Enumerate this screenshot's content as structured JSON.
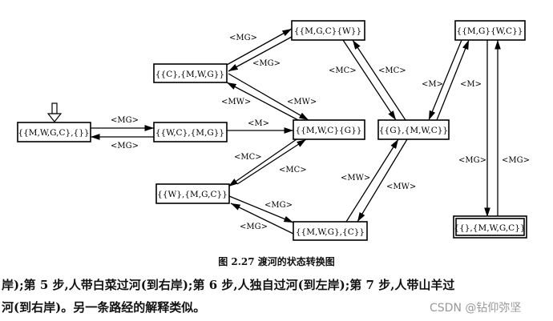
{
  "diagram": {
    "states": {
      "s0": "{{M,W,G,C},{}}",
      "s1": "{{W,C},{M,G}}",
      "s2": "{{C},{M,W,G}}",
      "s3": "{{M,G,C}{W}}",
      "s4": "{{M,W,C}{G}}",
      "s5": "{{W},{M,G,C}}",
      "s6": "{{M,W,G},{C}}",
      "s7": "{{G},{M,W,C}}",
      "s8": "{{M,G}{W,C}}",
      "s9": "{{},{M,W,G,C}}"
    },
    "edges": [
      {
        "from": "s0",
        "to": "s1",
        "label": "<MG>"
      },
      {
        "from": "s1",
        "to": "s0",
        "label": "<MG>"
      },
      {
        "from": "s1",
        "to": "s4",
        "label": "<M>"
      },
      {
        "from": "s2",
        "to": "s3",
        "label": "<MG>"
      },
      {
        "from": "s3",
        "to": "s2",
        "label": "<MG>"
      },
      {
        "from": "s2",
        "to": "s4",
        "label": "<MW>"
      },
      {
        "from": "s4",
        "to": "s2",
        "label": "<MW>"
      },
      {
        "from": "s4",
        "to": "s5",
        "label": "<MC>"
      },
      {
        "from": "s5",
        "to": "s4",
        "label": "<MC>"
      },
      {
        "from": "s5",
        "to": "s6",
        "label": "<MG>"
      },
      {
        "from": "s6",
        "to": "s5",
        "label": "<MG>"
      },
      {
        "from": "s6",
        "to": "s7",
        "label": "<MW>"
      },
      {
        "from": "s7",
        "to": "s6",
        "label": "<MW>"
      },
      {
        "from": "s3",
        "to": "s7",
        "label": "<MC>"
      },
      {
        "from": "s7",
        "to": "s3",
        "label": "<MC>"
      },
      {
        "from": "s7",
        "to": "s8",
        "label": "<M>"
      },
      {
        "from": "s8",
        "to": "s7",
        "label": "<M>"
      },
      {
        "from": "s8",
        "to": "s9",
        "label": "<MG>"
      },
      {
        "from": "s9",
        "to": "s8",
        "label": "<MG>"
      }
    ]
  },
  "caption": "图 2.27   渡河的状态转换图",
  "text_line1": "岸);第 5 步,人带白菜过河(到右岸);第 6 步,人独自过河(到左岸);第 7 步,人带山羊过",
  "text_line2": "河(到右岸)。另一条路经的解释类似。",
  "watermark": "CSDN @钻仰弥坚"
}
